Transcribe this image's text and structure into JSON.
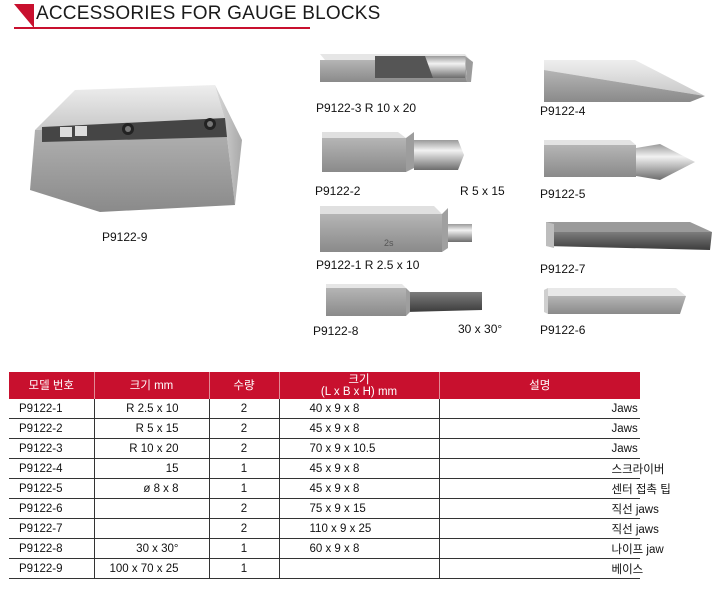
{
  "header": {
    "title": "ACCESSORIES FOR GAUGE BLOCKS"
  },
  "products": [
    {
      "label": "P9122-9"
    },
    {
      "label": "P9122-3 R 10 x 20"
    },
    {
      "label": "P9122-4"
    },
    {
      "label": "P9122-2"
    },
    {
      "label": "R 5 x 15"
    },
    {
      "label": "P9122-5"
    },
    {
      "label": "P9122-1 R 2.5 x 10"
    },
    {
      "label": "P9122-7"
    },
    {
      "label": "P9122-8"
    },
    {
      "label": "30 x 30°"
    },
    {
      "label": "P9122-6"
    }
  ],
  "table": {
    "headers": {
      "model": "모델 번호",
      "size": "크기 mm",
      "qty": "수량",
      "dim_line1": "크기",
      "dim_line2": "(L x B x H) mm",
      "desc": "설명"
    },
    "rows": [
      {
        "model": "P9122-1",
        "size": "R 2.5 x 10",
        "qty": "2",
        "dim": "40 x 9 x 8",
        "desc": "Jaws"
      },
      {
        "model": "P9122-2",
        "size": "R 5 x 15",
        "qty": "2",
        "dim": "45 x 9 x 8",
        "desc": "Jaws"
      },
      {
        "model": "P9122-3",
        "size": "R 10 x 20",
        "qty": "2",
        "dim": "70 x 9 x 10.5",
        "desc": "Jaws"
      },
      {
        "model": "P9122-4",
        "size": "15",
        "qty": "1",
        "dim": "45 x 9 x 8",
        "desc": "스크라이버"
      },
      {
        "model": "P9122-5",
        "size": "ø 8 x 8",
        "qty": "1",
        "dim": "45 x 9 x 8",
        "desc": "센터 접촉 팁"
      },
      {
        "model": "P9122-6",
        "size": "",
        "qty": "2",
        "dim": "75 x 9 x 15",
        "desc": "직선 jaws"
      },
      {
        "model": "P9122-7",
        "size": "",
        "qty": "2",
        "dim": "110 x 9 x 25",
        "desc": "직선 jaws"
      },
      {
        "model": "P9122-8",
        "size": "30 x 30°",
        "qty": "1",
        "dim": "60 x 9 x 8",
        "desc": "나이프 jaw"
      },
      {
        "model": "P9122-9",
        "size": "100 x 70 x 25",
        "qty": "1",
        "dim": "",
        "desc": "베이스"
      }
    ]
  }
}
